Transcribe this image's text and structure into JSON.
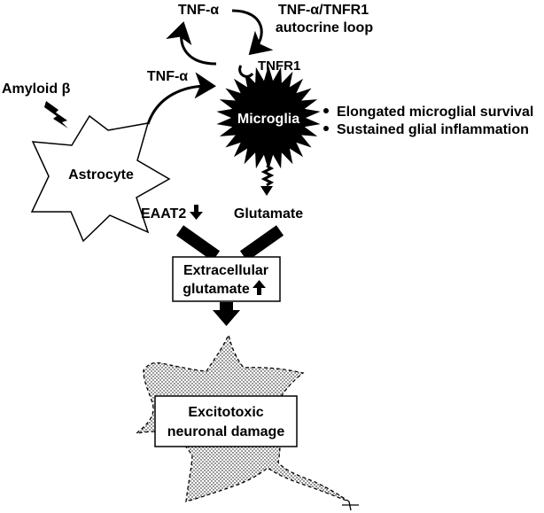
{
  "colors": {
    "ink": "#000000",
    "paper": "#ffffff"
  },
  "labels": {
    "tnf_top": "TNF-α",
    "loop_line1": "TNF-α/TNFR1",
    "loop_line2": "autocrine loop",
    "tnf_left": "TNF-α",
    "tnfr1": "TNFR1",
    "amyloid": "Amyloid β",
    "microglia": "Microglia",
    "astrocyte": "Astrocyte",
    "eaat2": "EAAT2",
    "glutamate": "Glutamate",
    "extracellular_line1": "Extracellular",
    "extracellular_line2": "glutamate",
    "excitotoxic_line1": "Excitotoxic",
    "excitotoxic_line2": "neuronal damage"
  },
  "effects": [
    "Elongated microglial survival",
    "Sustained glial inflammation"
  ],
  "icons": {
    "lightning": "lightning-bolt-icon",
    "down_arrow": "down-arrow-icon",
    "up_arrow": "up-arrow-icon",
    "wavy_arrow": "wavy-arrow-icon",
    "receptor": "receptor-icon"
  }
}
